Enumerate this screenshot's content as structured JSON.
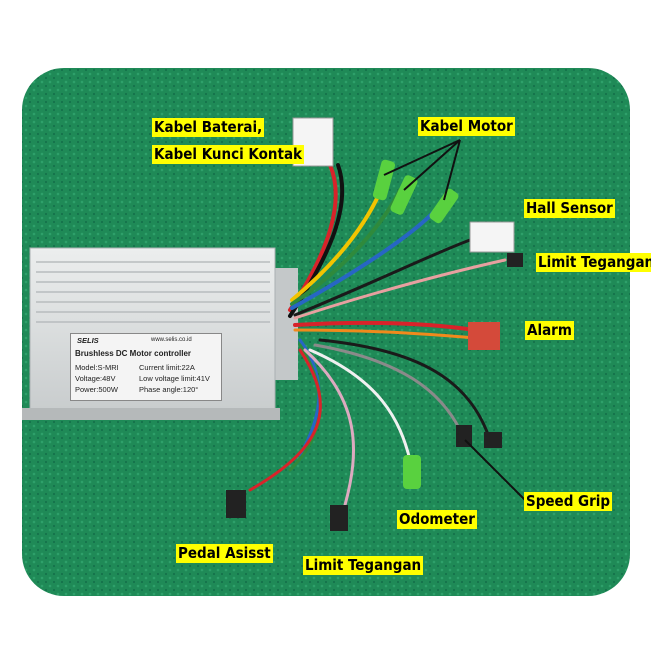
{
  "labels": {
    "battery_line1": "Kabel Baterai,",
    "battery_line2": "Kabel Kunci Kontak",
    "motor": "Kabel Motor",
    "hall_sensor": "Hall Sensor",
    "limit_top": "Limit Tegangan",
    "alarm": "Alarm",
    "speed_grip": "Speed Grip",
    "odometer": "Odometer",
    "limit_bottom": "Limit Tegangan",
    "pedal_assist": "Pedal Asisst"
  },
  "controller": {
    "brand": "SELIS",
    "website": "www.selis.co.id",
    "title": "Brushless DC Motor controller",
    "model": "Model:S-MRI",
    "voltage": "Voltage:48V",
    "power": "Power:500W",
    "current_limit": "Current limit:22A",
    "low_voltage": "Low voltage limit:41V",
    "phase_angle": "Phase angle:120°"
  },
  "colors": {
    "label_bg": "#ffff00",
    "mat_green": "#1f8a57",
    "controller_body": "#d9dcdc"
  }
}
